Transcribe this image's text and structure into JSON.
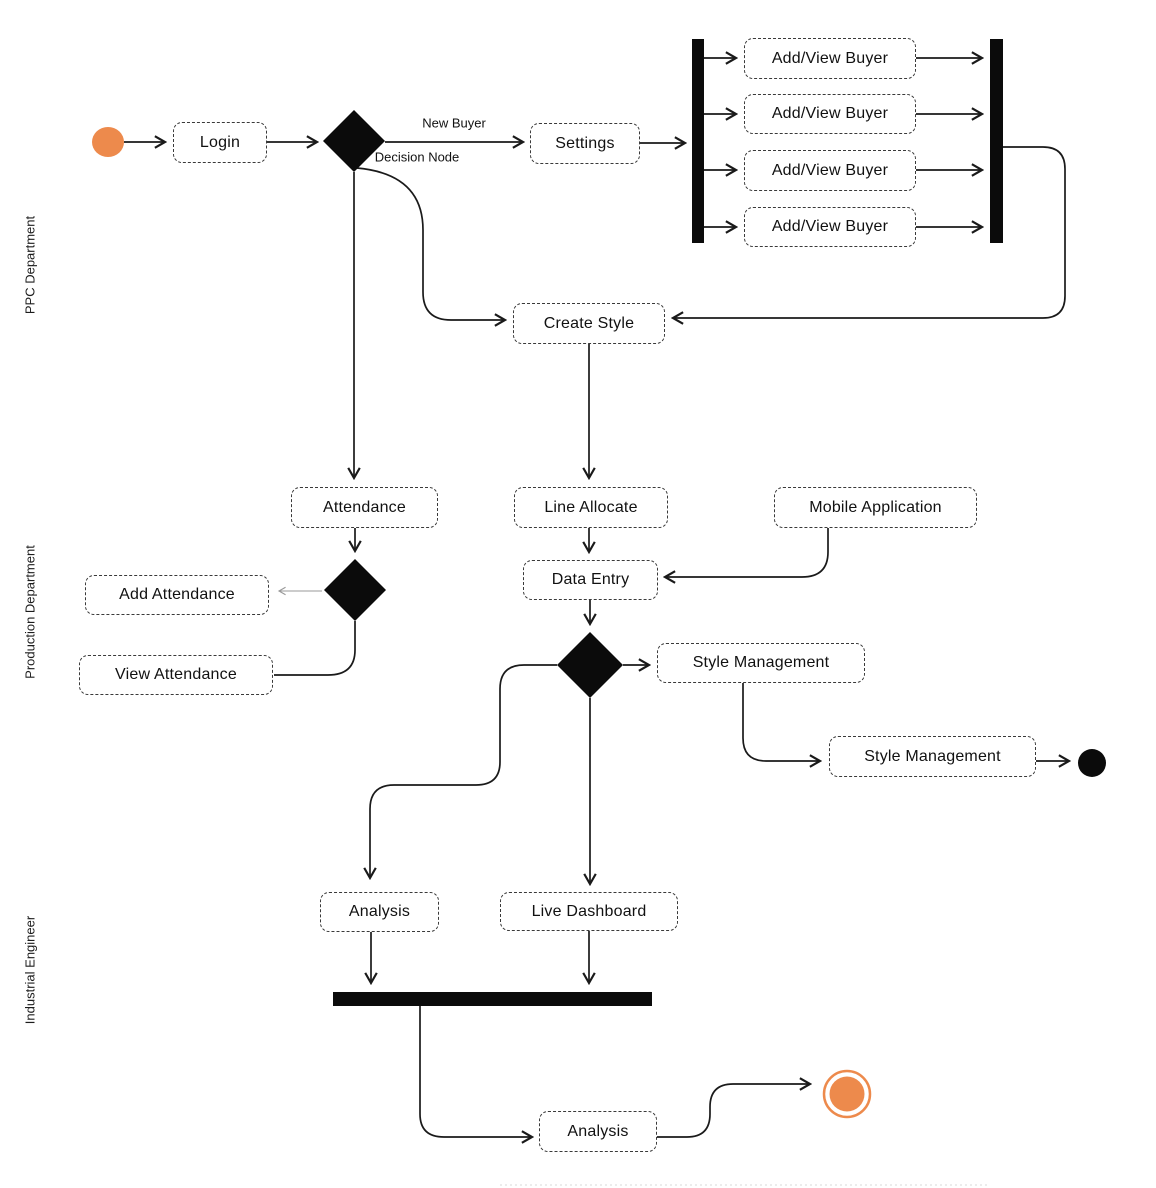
{
  "diagram": {
    "lanes": {
      "ppc": "PPC Department",
      "production": "Production  Department",
      "industrial": "Industrial Engineer"
    },
    "nodes": {
      "login": "Login",
      "settings": "Settings",
      "add_view_buyers": [
        "Add/View Buyer",
        "Add/View Buyer",
        "Add/View Buyer",
        "Add/View Buyer"
      ],
      "create_style": "Create Style",
      "attendance": "Attendance",
      "add_attendance": "Add Attendance",
      "view_attendance": "View Attendance",
      "line_allocate": "Line Allocate",
      "mobile_application": "Mobile Application",
      "data_entry": "Data Entry",
      "style_management_1": "Style Management",
      "style_management_2": "Style Management",
      "analysis_1": "Analysis",
      "live_dashboard": "Live Dashboard",
      "analysis_2": "Analysis"
    },
    "edge_labels": {
      "new_buyer": "New Buyer",
      "decision_node": "Decision Node"
    },
    "colors": {
      "accent": "#ED8A4C",
      "line": "#1a1a1a",
      "muted_line": "#999999"
    }
  }
}
